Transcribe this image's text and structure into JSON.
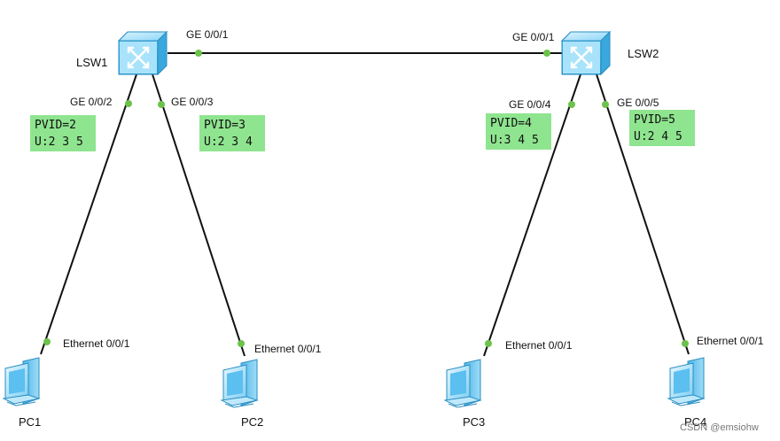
{
  "switches": [
    {
      "name": "LSW1"
    },
    {
      "name": "LSW2"
    }
  ],
  "pcs": [
    {
      "name": "PC1",
      "port": "Ethernet 0/0/1"
    },
    {
      "name": "PC2",
      "port": "Ethernet 0/0/1"
    },
    {
      "name": "PC3",
      "port": "Ethernet 0/0/1"
    },
    {
      "name": "PC4",
      "port": "Ethernet 0/0/1"
    }
  ],
  "links": {
    "trunk": {
      "lsw1_port": "GE 0/0/1",
      "lsw2_port": "GE 0/0/1"
    },
    "access": [
      {
        "switch_port": "GE 0/0/2",
        "pvid": "PVID=2",
        "untagged": "U:2 3 5"
      },
      {
        "switch_port": "GE 0/0/3",
        "pvid": "PVID=3",
        "untagged": "U:2 3 4"
      },
      {
        "switch_port": "GE 0/0/4",
        "pvid": "PVID=4",
        "untagged": "U:3 4 5"
      },
      {
        "switch_port": "GE 0/0/5",
        "pvid": "PVID=5",
        "untagged": "U:2 4 5"
      }
    ]
  },
  "watermark": "CSDN @emsiohw",
  "colors": {
    "link": "#111111",
    "port_dot": "#6cc24a",
    "vlan_box": "#8fe58f",
    "switch_body": "#7fd0f5"
  }
}
